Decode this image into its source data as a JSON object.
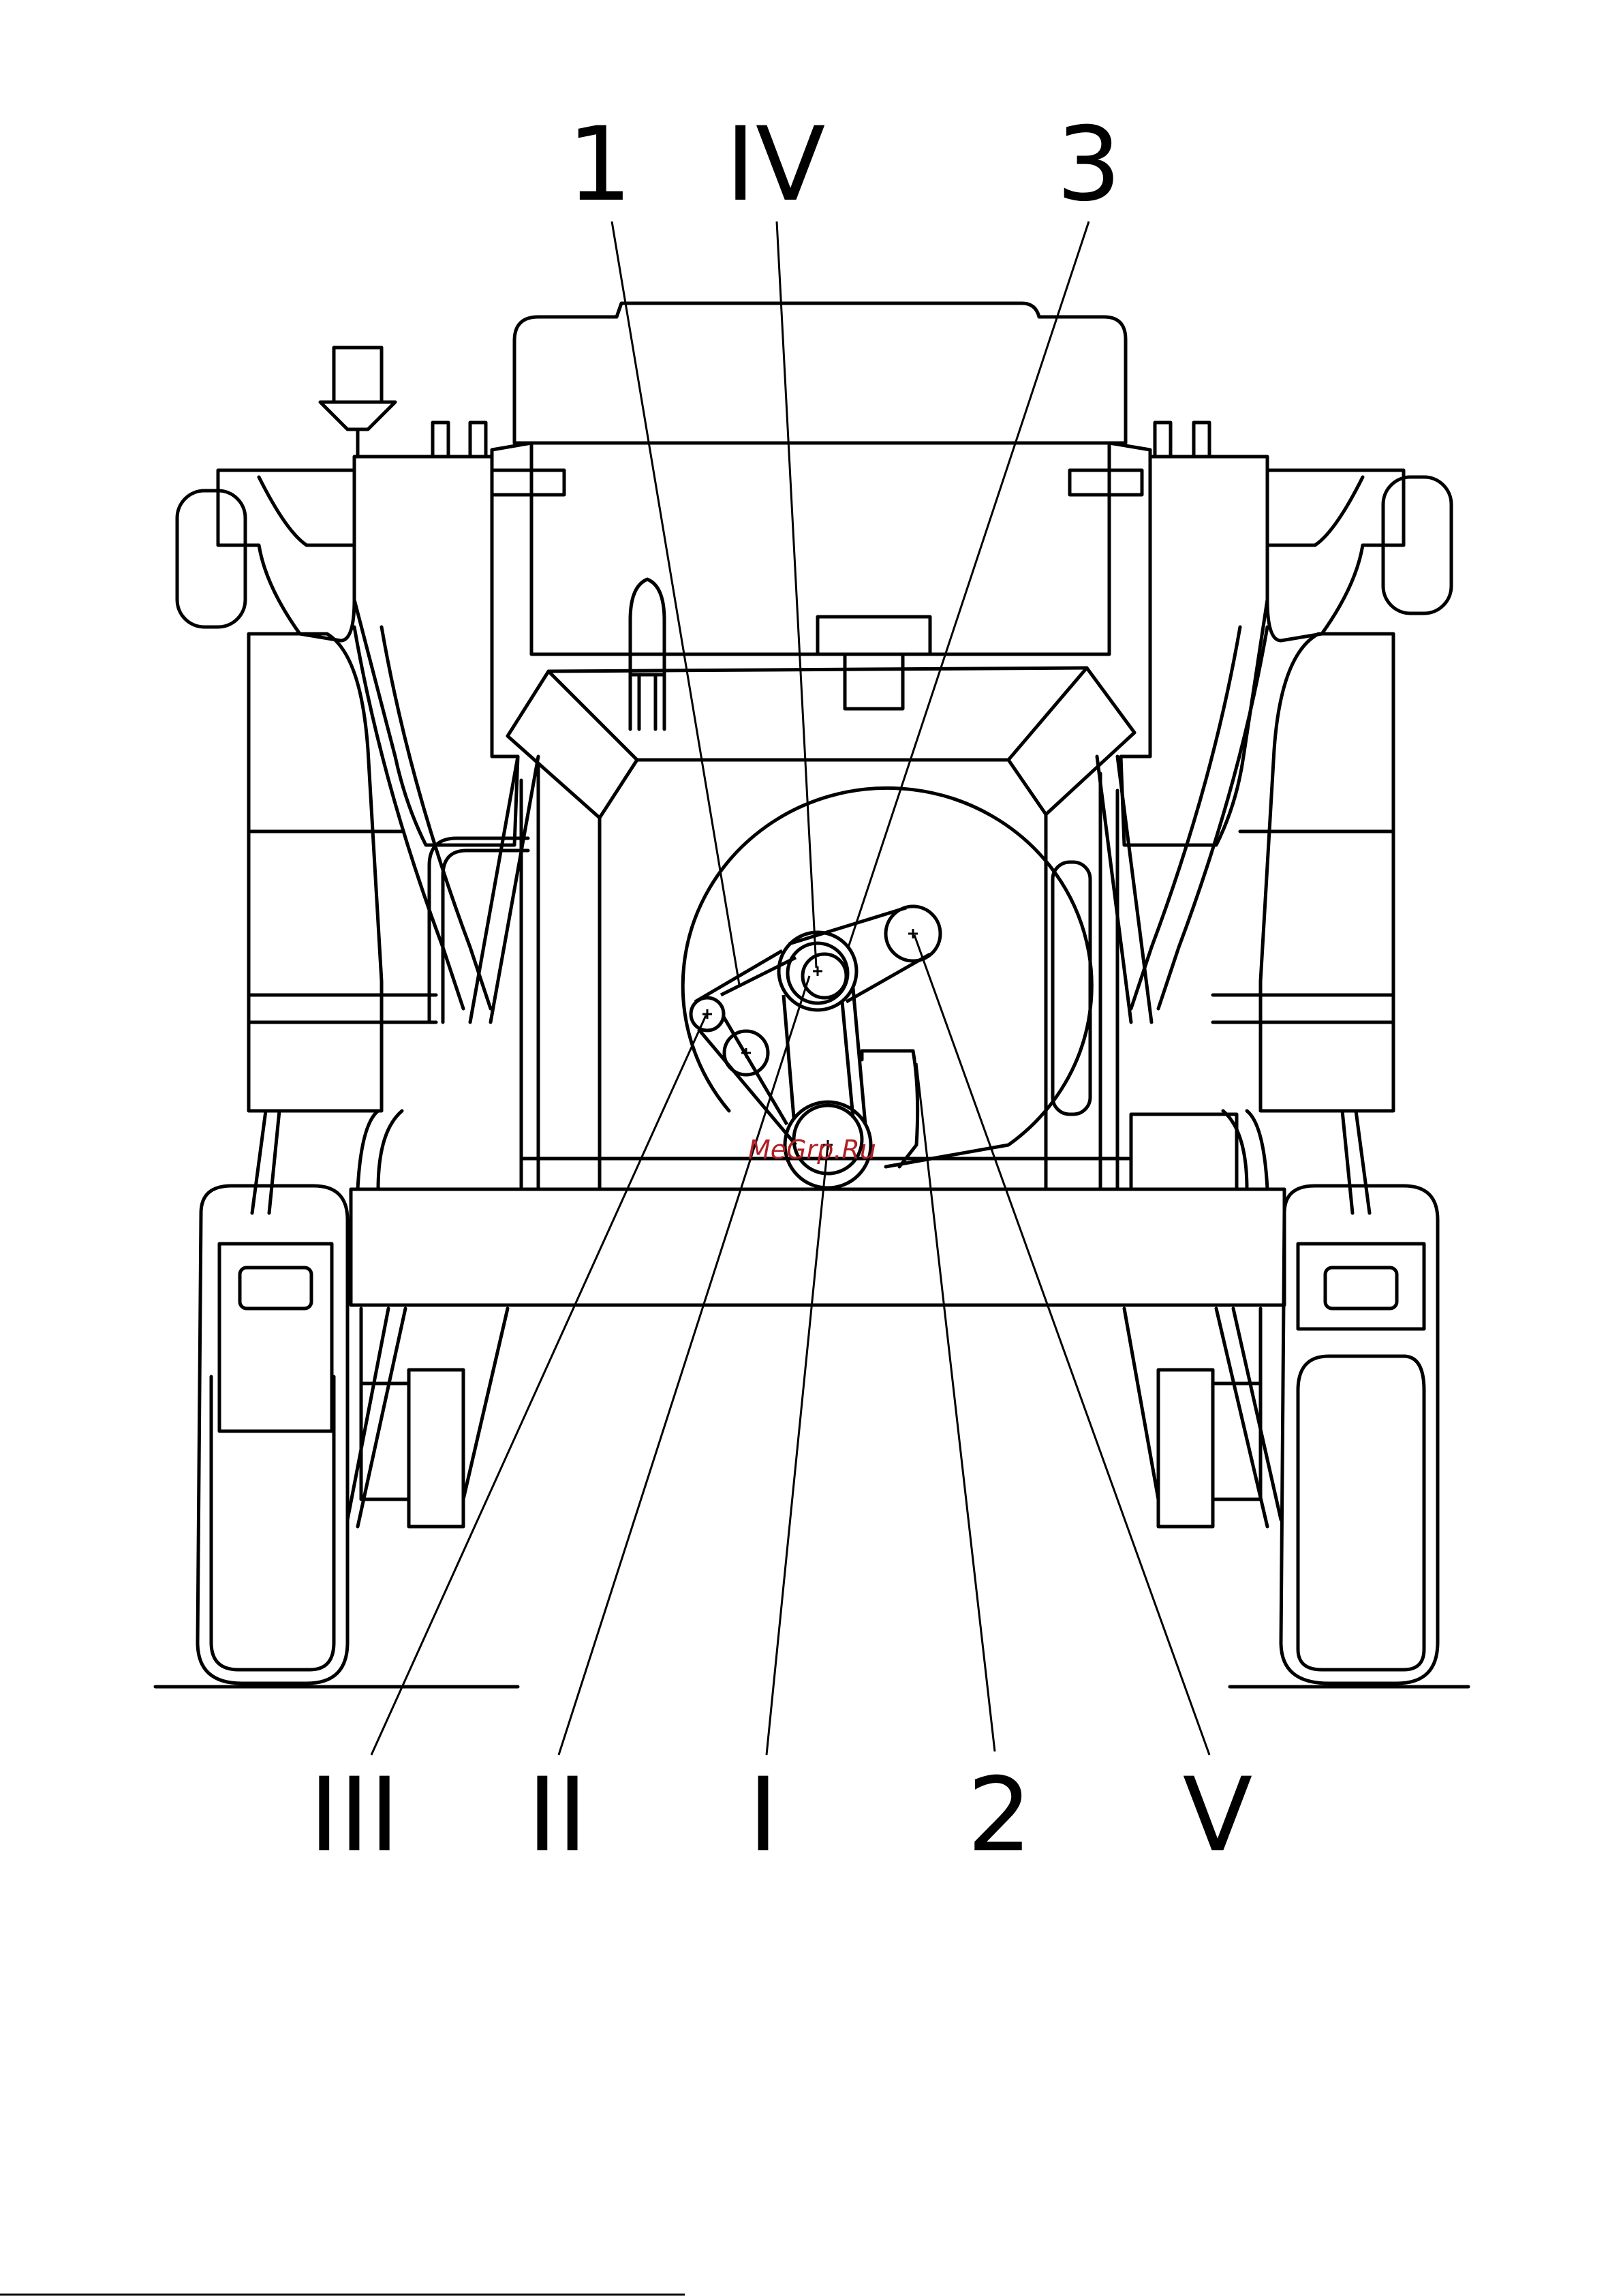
{
  "diagram": {
    "callouts_top": [
      {
        "id": "c1",
        "label": "1"
      },
      {
        "id": "cIV",
        "label": "IV"
      },
      {
        "id": "c3",
        "label": "3"
      }
    ],
    "callouts_bottom": [
      {
        "id": "cIII",
        "label": "III"
      },
      {
        "id": "cII",
        "label": "II"
      },
      {
        "id": "cI",
        "label": "I"
      },
      {
        "id": "c2",
        "label": "2"
      },
      {
        "id": "cV",
        "label": "V"
      }
    ],
    "watermark": "MeGrp.Ru",
    "colors": {
      "line": "#000000",
      "background": "#ffffff",
      "watermark": "#b01f24"
    }
  }
}
